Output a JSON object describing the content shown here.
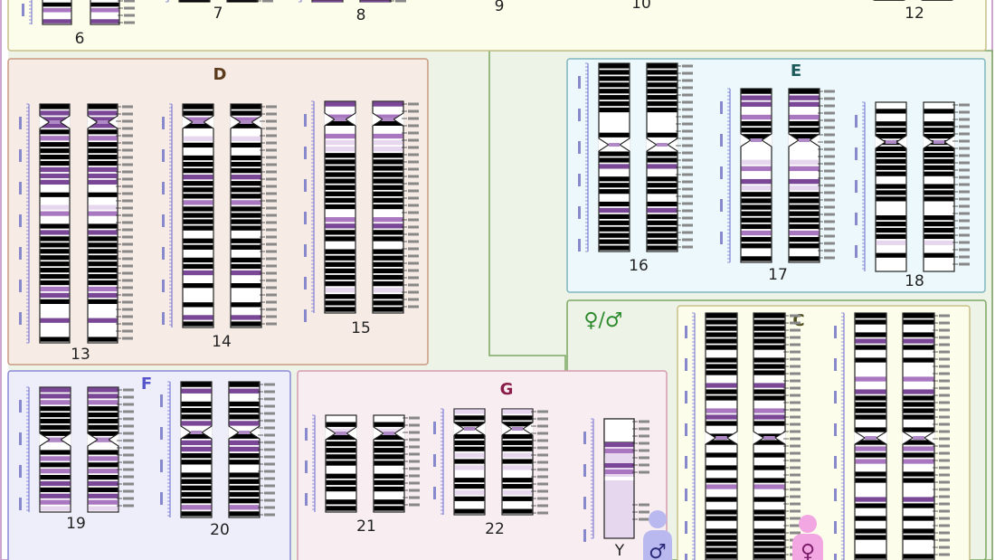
{
  "group_labels": {
    "C": "C",
    "D": "D",
    "E": "E",
    "F": "F",
    "G": "G",
    "sex": "♀/♂"
  },
  "chromosome_numbers": {
    "c6": "6",
    "c7": "7",
    "c8": "8",
    "c9": "9",
    "c10": "10",
    "c12": "12",
    "c13": "13",
    "c14": "14",
    "c15": "15",
    "c16": "16",
    "c17": "17",
    "c18": "18",
    "c19": "19",
    "c20": "20",
    "c21": "21",
    "c22": "22",
    "cY": "Y"
  },
  "symbols": {
    "male": "♂",
    "female": "♀"
  },
  "colors": {
    "top_panel_bg": "#fdfdeb",
    "top_panel_border": "#c8c088",
    "d_panel_bg": "#f7ebe6",
    "d_panel_border": "#c89a80",
    "e_panel_bg": "#ecf8fb",
    "e_panel_border": "#7fb6bf",
    "f_panel_bg": "#eeeefb",
    "f_panel_border": "#8a8ad8",
    "g_panel_bg": "#f8eef2",
    "g_panel_border": "#d69ab0",
    "c_panel_bg": "#fdfdeb",
    "c_panel_border": "#c8c088",
    "green_region_bg": "#eef3e8",
    "green_region_border": "#7aa860",
    "band_dark": "#7a4696",
    "band_medium": "#a877bf",
    "band_light": "#e6d7ef",
    "band_black": "#000000",
    "male_figure": "#b9b9ef",
    "female_figure": "#f2a6e2",
    "label_D": "#5b3b1b",
    "label_E": "#1d5a5a",
    "label_F": "#5555cc",
    "label_G": "#8a1d4a",
    "label_C": "#4d4d1d",
    "label_sex": "#2e8b2e"
  }
}
